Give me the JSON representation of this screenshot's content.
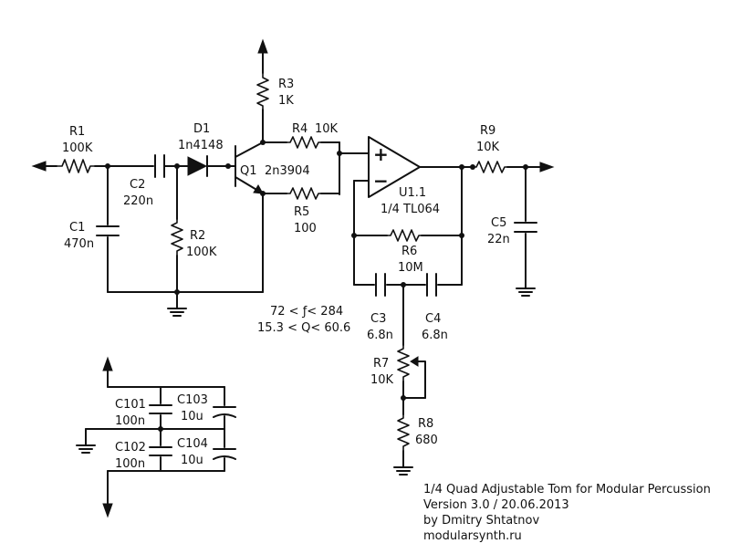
{
  "labels": {
    "r1_ref": "R1",
    "r1_val": "100K",
    "c2_ref": "C2",
    "c2_val": "220n",
    "d1_ref": "D1",
    "d1_val": "1n4148",
    "c1_ref": "C1",
    "c1_val": "470n",
    "r2_ref": "R2",
    "r2_val": "100K",
    "r3_ref": "R3",
    "r3_val": "1K",
    "q1_ref": "Q1",
    "q1_val": "2n3904",
    "r4_ref": "R4",
    "r4_val": "10K",
    "r5_ref": "R5",
    "r5_val": "100",
    "u1_ref": "U1.1",
    "u1_val": "1/4 TL064",
    "op_plus": "+",
    "op_minus": "−",
    "r6_ref": "R6",
    "r6_val": "10M",
    "c3_ref": "C3",
    "c3_val": "6.8n",
    "c4_ref": "C4",
    "c4_val": "6.8n",
    "r7_ref": "R7",
    "r7_val": "10K",
    "r8_ref": "R8",
    "r8_val": "680",
    "r9_ref": "R9",
    "r9_val": "10K",
    "c5_ref": "C5",
    "c5_val": "22n",
    "c101_ref": "C101",
    "c101_val": "100n",
    "c102_ref": "C102",
    "c102_val": "100n",
    "c103_ref": "C103",
    "c103_val": "10u",
    "c104_ref": "C104",
    "c104_val": "10u",
    "freq_range": "72 < ƒ< 284",
    "q_range": "15.3 < Q< 60.6"
  },
  "credits": {
    "title": "1/4 Quad Adjustable Tom for Modular Percussion",
    "version": "Version 3.0 / 20.06.2013",
    "author": "by Dmitry Shtatnov",
    "site": "modularsynth.ru"
  }
}
